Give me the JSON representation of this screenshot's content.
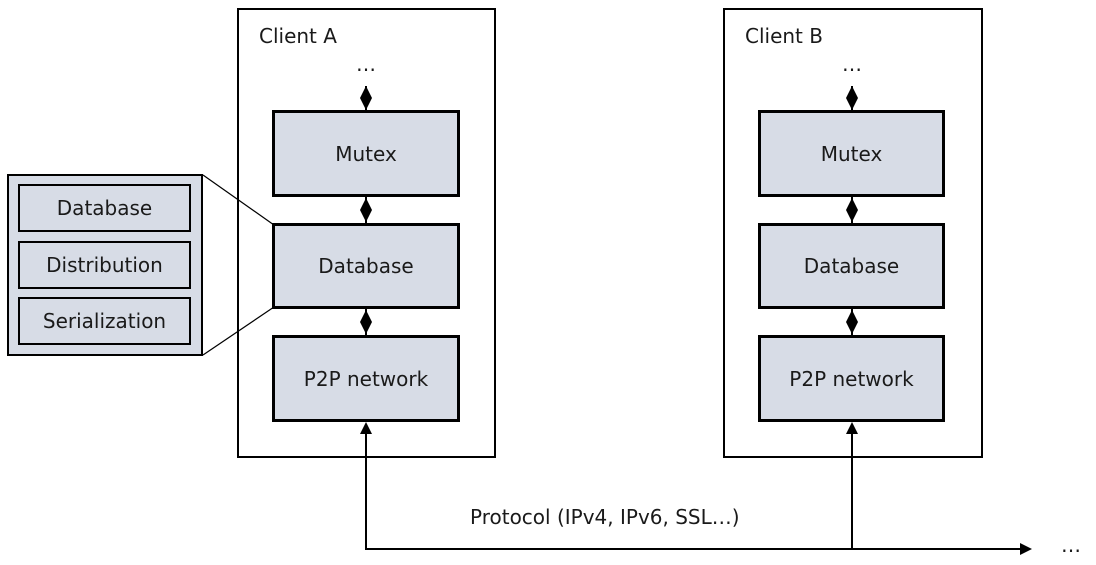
{
  "clients": [
    {
      "title": "Client A",
      "top_ellipsis": "…",
      "layers": [
        "Mutex",
        "Database",
        "P2P network"
      ]
    },
    {
      "title": "Client B",
      "top_ellipsis": "…",
      "layers": [
        "Mutex",
        "Database",
        "P2P network"
      ]
    }
  ],
  "database_detail": {
    "components": [
      "Database",
      "Distribution",
      "Serialization"
    ]
  },
  "network": {
    "protocol_label": "Protocol (IPv4, IPv6, SSL…)",
    "continuation": "…"
  },
  "colors": {
    "layer_fill": "#d7dce6",
    "stroke": "#000000"
  }
}
